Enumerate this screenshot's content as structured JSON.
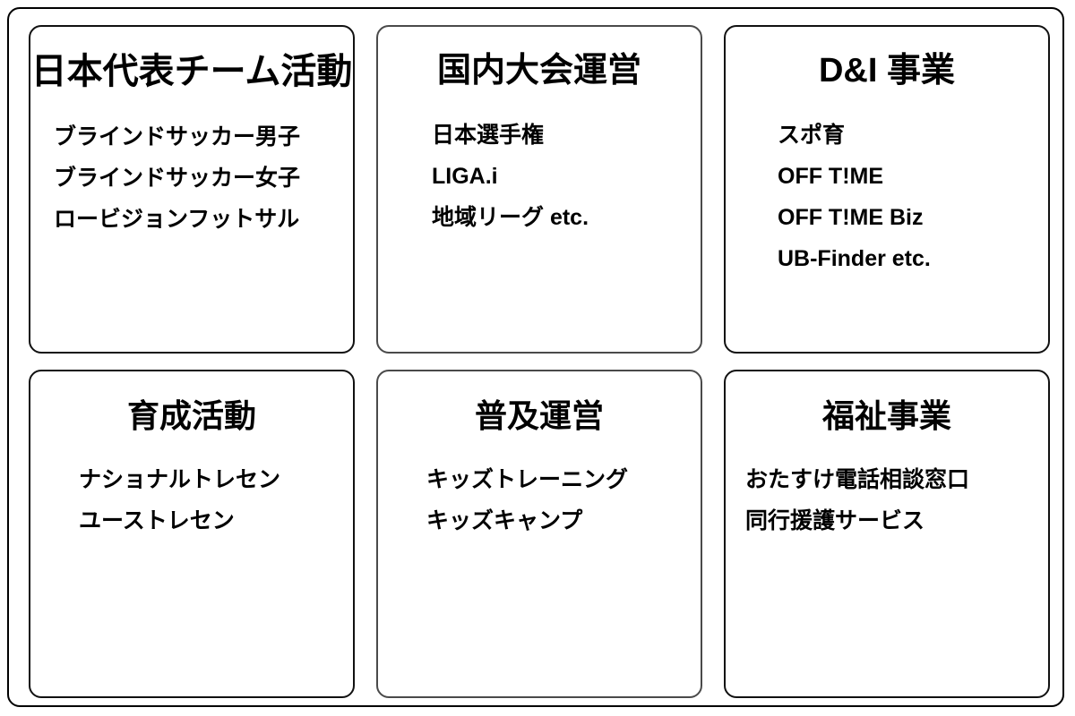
{
  "diagram": {
    "title": "",
    "colors": {
      "background": "#ffffff",
      "text": "#000000",
      "border": "#111111",
      "border_soft": "#4a4a4a"
    },
    "cards": [
      {
        "id": "national-team-activities",
        "title": "日本代表チーム活動",
        "items": [
          "ブラインドサッカー男子",
          "ブラインドサッカー女子",
          "ロービジョンフットサル"
        ]
      },
      {
        "id": "domestic-competition-management",
        "title": "国内大会運営",
        "items": [
          "日本選手権",
          "LIGA.i",
          "地域リーグ etc."
        ]
      },
      {
        "id": "di-business",
        "title": "D&I 事業",
        "items": [
          "スポ育",
          "OFF T!ME",
          "OFF T!ME Biz",
          "UB-Finder etc."
        ]
      },
      {
        "id": "development-activities",
        "title": "育成活動",
        "items": [
          "ナショナルトレセン",
          "ユーストレセン"
        ]
      },
      {
        "id": "outreach-management",
        "title": "普及運営",
        "items": [
          "キッズトレーニング",
          "キッズキャンプ"
        ]
      },
      {
        "id": "welfare-business",
        "title": "福祉事業",
        "items": [
          "おたすけ電話相談窓口",
          "同行援護サービス"
        ]
      }
    ]
  }
}
